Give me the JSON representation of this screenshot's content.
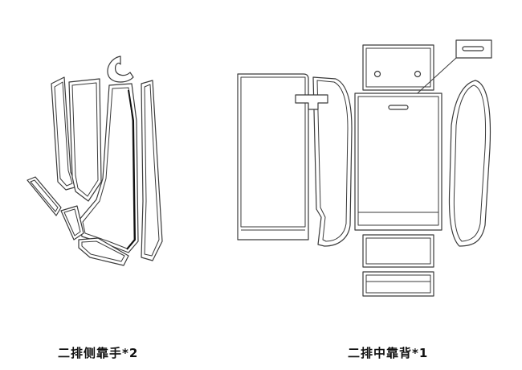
{
  "diagram": {
    "groups": [
      {
        "id": "side-armrest",
        "caption": "二排侧靠手*2"
      },
      {
        "id": "center-back",
        "caption": "二排中靠背*1"
      }
    ]
  }
}
